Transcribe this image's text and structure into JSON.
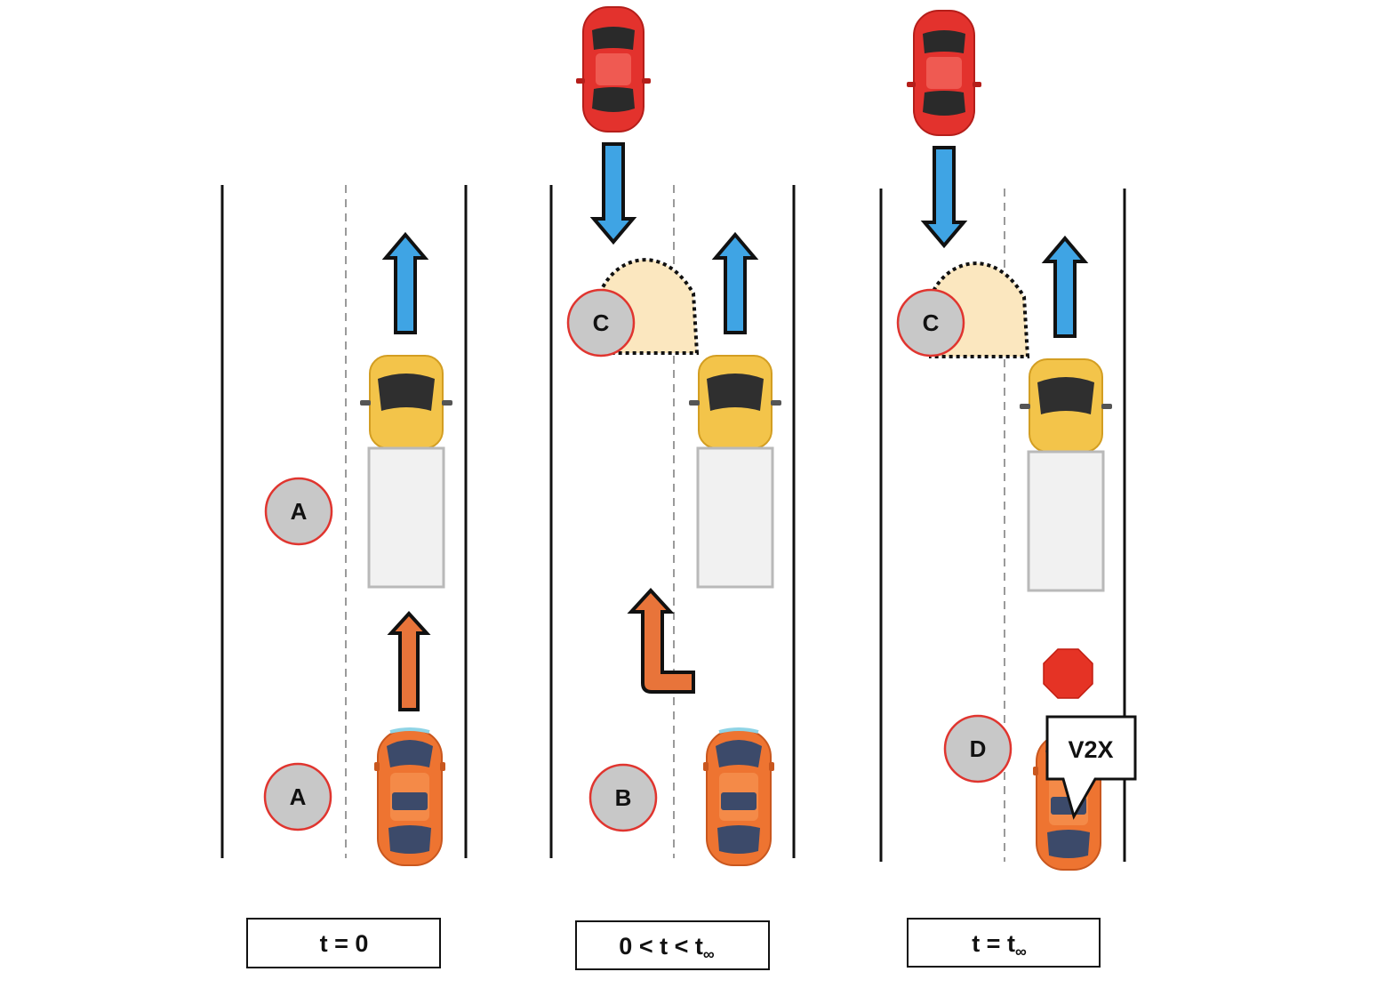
{
  "panels": [
    {
      "id": "p1",
      "caption": "t = 0",
      "badges": [
        "A",
        "A"
      ]
    },
    {
      "id": "p2",
      "caption_main": "0 < t < t",
      "caption_sub": "∞",
      "badges": [
        "C",
        "B"
      ]
    },
    {
      "id": "p3",
      "caption_main": "t = t",
      "caption_sub": "∞",
      "badges": [
        "C",
        "D"
      ],
      "bubble": "V2X"
    }
  ],
  "colors": {
    "ego_car": "#ee7431",
    "truck_cab": "#f3c44a",
    "oncoming_car": "#e3322d",
    "blue_arrow": "#3fa4e4",
    "orange_arrow": "#e8743a",
    "occlusion_zone": "#fbe7bf",
    "badge_fill": "#c8c8c8",
    "badge_ring": "#e0352f",
    "stop_sign": "#e53325"
  },
  "icons": [
    "up-arrow-icon",
    "down-arrow-icon",
    "lane-change-arrow-icon",
    "stop-sign-icon"
  ]
}
